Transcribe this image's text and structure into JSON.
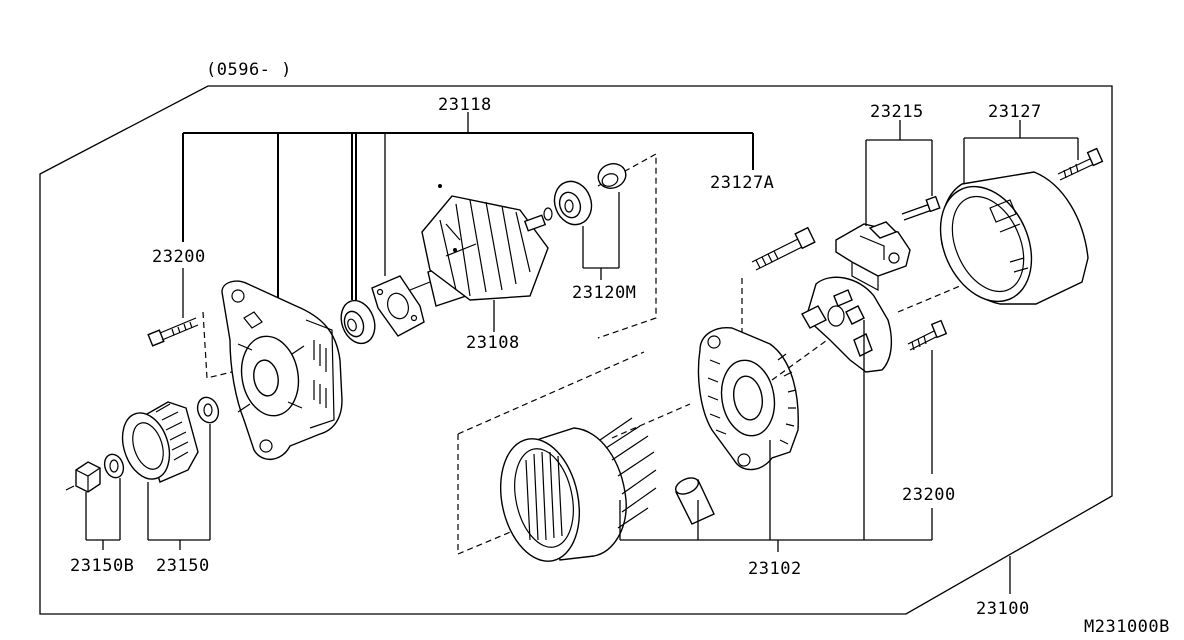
{
  "diagram": {
    "date_code": "(0596-          )",
    "figure_code": "M231000B",
    "part_numbers": {
      "assembly": "23100",
      "rotor_assembly": "23118",
      "rotor": "23108",
      "rear_bearing_set": "23120M",
      "through_bolt": "23127A",
      "rear_cover": "23127",
      "regulator": "23215",
      "stator_rectifier_set": "23102",
      "bolt_front": "23200",
      "bolt_rear": "23200",
      "pulley": "23150",
      "pulley_nut": "23150B"
    }
  }
}
